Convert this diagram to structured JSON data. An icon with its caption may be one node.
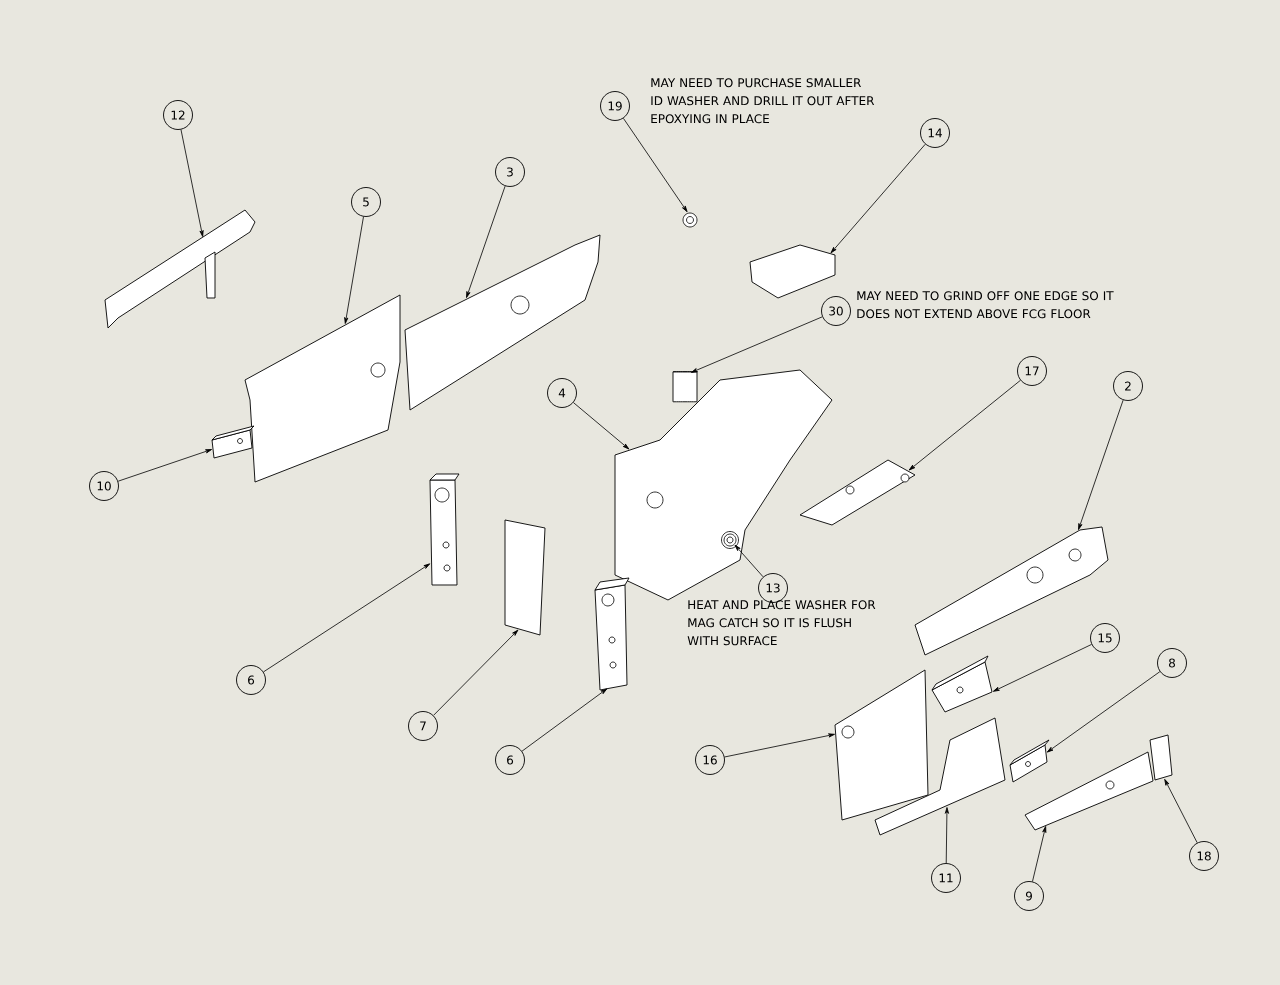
{
  "diagram": {
    "nodes": [
      {
        "text": [
          "12"
        ]
      },
      {
        "text": [
          "5"
        ]
      },
      {
        "text": [
          "3"
        ]
      },
      {
        "text": [
          "19"
        ]
      },
      {
        "text": [
          "14"
        ]
      },
      {
        "text": [
          "30"
        ]
      },
      {
        "text": [
          "17"
        ]
      },
      {
        "text": [
          "2"
        ]
      },
      {
        "text": [
          "4"
        ]
      },
      {
        "text": [
          "10"
        ]
      },
      {
        "text": [
          "13"
        ]
      },
      {
        "text": [
          "6"
        ]
      },
      {
        "text": [
          "7"
        ]
      },
      {
        "text": [
          "6"
        ]
      },
      {
        "text": [
          "15"
        ]
      },
      {
        "text": [
          "8"
        ]
      },
      {
        "text": [
          "16"
        ]
      },
      {
        "text": [
          "11"
        ]
      },
      {
        "text": [
          "18"
        ]
      },
      {
        "text": [
          "9"
        ]
      },
      {
        "text": [],
        "shape": "picture"
      },
      {
        "text": [],
        "shape": "picture"
      },
      {
        "text": [],
        "shape": "picture"
      },
      {
        "text": [],
        "shape": "picture"
      },
      {
        "text": [],
        "shape": "picture"
      },
      {
        "text": [],
        "shape": "cylinder"
      },
      {
        "text": [],
        "shape": "picture"
      },
      {
        "text": [],
        "shape": "picture"
      },
      {
        "text": [],
        "shape": "picture"
      },
      {
        "text": [],
        "shape": "picture"
      },
      {
        "text": [],
        "shape": "picture",
        "in": 28
      },
      {
        "text": [],
        "shape": "picture"
      },
      {
        "text": [],
        "shape": "picture"
      },
      {
        "text": [],
        "shape": "picture"
      },
      {
        "text": [],
        "shape": "picture"
      },
      {
        "text": [],
        "shape": "picture"
      },
      {
        "text": [],
        "shape": "picture"
      },
      {
        "text": [],
        "shape": "picture"
      },
      {
        "text": [],
        "shape": "picture"
      },
      {
        "text": [],
        "shape": "picture"
      }
    ],
    "edges": [
      {
        "from": 0,
        "to": 20,
        "arrow": "to"
      },
      {
        "from": 1,
        "to": 21,
        "arrow": "to"
      },
      {
        "from": 2,
        "to": 22,
        "arrow": "to"
      },
      {
        "from": 3,
        "to": 23,
        "arrow": "to"
      },
      {
        "from": 4,
        "to": 24,
        "arrow": "to"
      },
      {
        "from": 5,
        "to": 25,
        "arrow": "to"
      },
      {
        "from": 6,
        "to": 26,
        "arrow": "to"
      },
      {
        "from": 7,
        "to": 27,
        "arrow": "to"
      },
      {
        "from": 8,
        "to": 28,
        "arrow": "to"
      },
      {
        "from": 9,
        "to": 29,
        "arrow": "to"
      },
      {
        "from": 10,
        "to": 30,
        "arrow": "to"
      },
      {
        "from": 11,
        "to": 31,
        "arrow": "to"
      },
      {
        "from": 12,
        "to": 32,
        "arrow": "to"
      },
      {
        "from": 13,
        "to": 33,
        "arrow": "to"
      },
      {
        "from": 14,
        "to": 34,
        "arrow": "to"
      },
      {
        "from": 15,
        "to": 35,
        "arrow": "to"
      },
      {
        "from": 16,
        "to": 36,
        "arrow": "to"
      },
      {
        "from": 17,
        "to": 37,
        "arrow": "to"
      },
      {
        "from": 18,
        "to": 38,
        "arrow": "to"
      },
      {
        "from": 19,
        "to": 39,
        "arrow": "to"
      }
    ],
    "labels": [
      "MAY NEED TO PURCHASE SMALLER ID WASHER AND DRILL IT OUT AFTER EPOXYING IN PLACE",
      "MAY NEED TO GRIND OFF ONE EDGE SO IT DOES NOT EXTEND ABOVE FCG FLOOR",
      "HEAT AND PLACE WASHER FOR MAG CATCH SO IT IS FLUSH WITH SURFACE"
    ]
  }
}
